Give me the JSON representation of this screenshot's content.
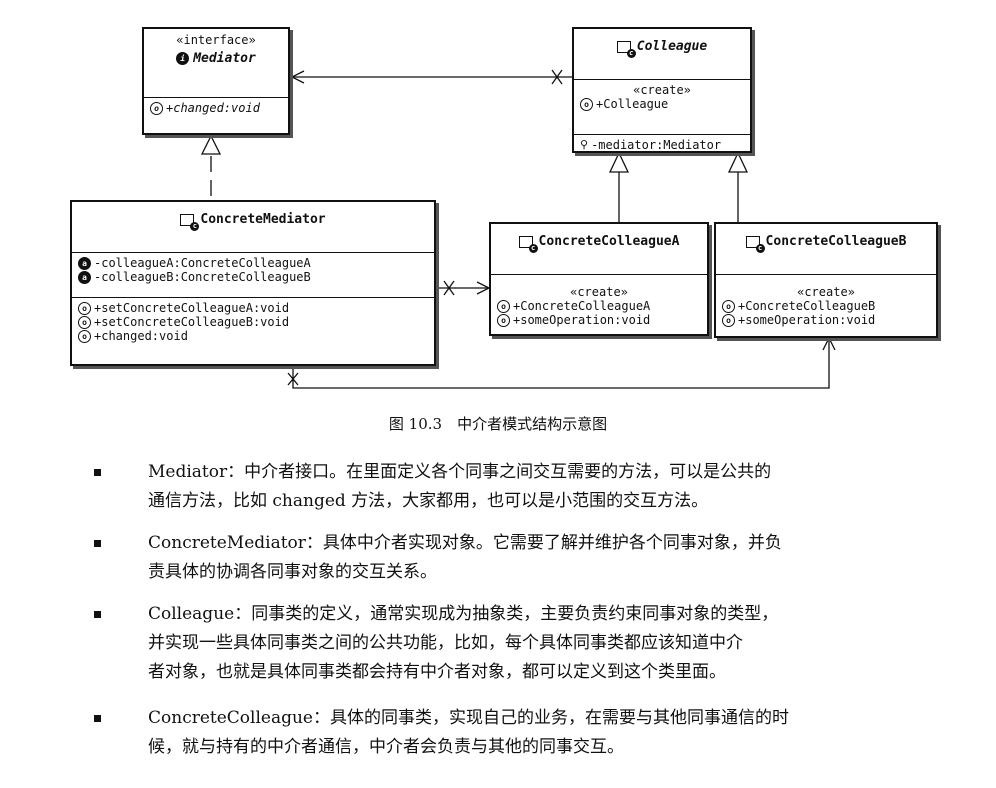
{
  "diagram": {
    "mediator": {
      "stereotype": "«interface»",
      "name": "Mediator",
      "methods": [
        "+changed:void"
      ]
    },
    "colleague": {
      "name": "Colleague",
      "ctor_label": "«create»",
      "ctor": "+Colleague",
      "fields": [
        "-mediator:Mediator"
      ]
    },
    "concrete_mediator": {
      "name": "ConcreteMediator",
      "fields": [
        "-colleagueA:ConcreteColleagueA",
        "-colleagueB:ConcreteColleagueB"
      ],
      "methods": [
        "+setConcreteColleagueA:void",
        "+setConcreteColleagueB:void",
        "+changed:void"
      ]
    },
    "concrete_colleague_a": {
      "name": "ConcreteColleagueA",
      "ctor_label": "«create»",
      "methods": [
        "+ConcreteColleagueA",
        "+someOperation:void"
      ]
    },
    "concrete_colleague_b": {
      "name": "ConcreteColleagueB",
      "ctor_label": "«create»",
      "methods": [
        "+ConcreteColleagueB",
        "+someOperation:void"
      ]
    }
  },
  "caption": "图 10.3　中介者模式结构示意图",
  "bullets": [
    {
      "lines": [
        "Mediator：中介者接口。在里面定义各个同事之间交互需要的方法，可以是公共的",
        "通信方法，比如 changed 方法，大家都用，也可以是小范围的交互方法。"
      ]
    },
    {
      "lines": [
        "ConcreteMediator：具体中介者实现对象。它需要了解并维护各个同事对象，并负",
        "责具体的协调各同事对象的交互关系。"
      ]
    },
    {
      "lines": [
        "Colleague：同事类的定义，通常实现成为抽象类，主要负责约束同事对象的类型，",
        "并实现一些具体同事类之间的公共功能，比如，每个具体同事类都应该知道中介",
        "者对象，也就是具体同事类都会持有中介者对象，都可以定义到这个类里面。"
      ]
    },
    {
      "lines": [
        "ConcreteColleague：具体的同事类，实现自己的业务，在需要与其他同事通信的时",
        "候，就与持有的中介者通信，中介者会负责与其他的同事交互。"
      ]
    }
  ]
}
